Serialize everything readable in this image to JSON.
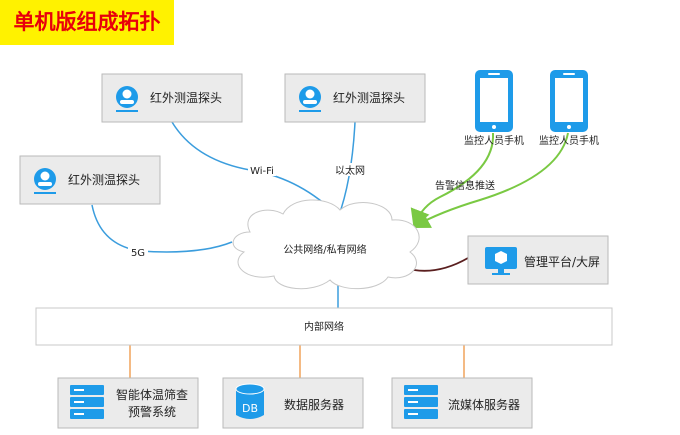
{
  "title": "单机版组成拓扑",
  "sensors": [
    {
      "label": "红外测温探头"
    },
    {
      "label": "红外测温探头"
    },
    {
      "label": "红外测温探头"
    }
  ],
  "phones": [
    {
      "label": "监控人员手机"
    },
    {
      "label": "监控人员手机"
    }
  ],
  "links": {
    "wifi": "Wi-Fi",
    "ethernet": "以太网",
    "g5": "5G",
    "alert": "告警信息推送"
  },
  "cloud": {
    "label": "公共网络/私有网络"
  },
  "platform": {
    "label": "管理平台/大屏"
  },
  "lan": {
    "label": "内部网络"
  },
  "servers": [
    {
      "label_line1": "智能体温筛查",
      "label_line2": "预警系统"
    },
    {
      "label_line1": "数据服务器",
      "label_line2": ""
    },
    {
      "label_line1": "流媒体服务器",
      "label_line2": ""
    }
  ],
  "db_icon_text": "DB",
  "colors": {
    "title_bg": "#fff200",
    "title_text": "#e8000b",
    "link_blue": "#3b9ddd",
    "link_green": "#7ac943",
    "link_orange": "#f0a35a",
    "link_dark": "#5a1f1f",
    "icon_blue": "#1e9be9"
  }
}
